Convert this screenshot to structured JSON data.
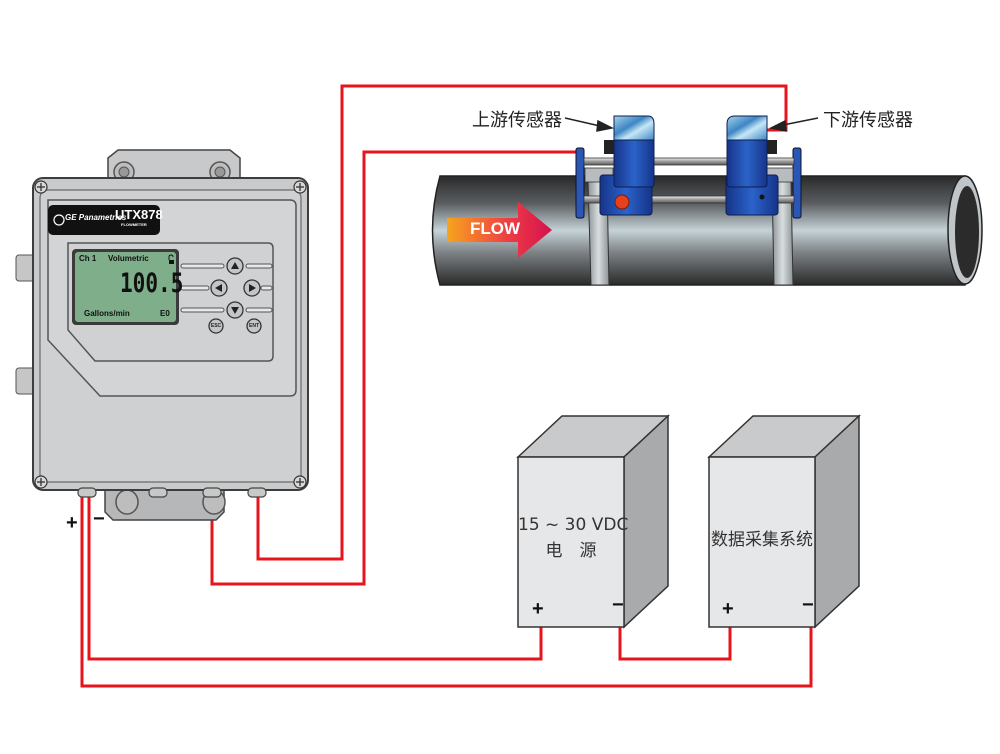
{
  "diagram": {
    "title": "UTX878 clamp-on ultrasonic flowmeter wiring diagram",
    "wire_color": "#e8141b",
    "flowmeter": {
      "brand": "GE Panametrics",
      "model": "UTX878",
      "subtitle": "FLOWMETER",
      "display": {
        "channel": "Ch 1",
        "mode": "Volumetric",
        "value": "100.5",
        "unit": "Gallons/min",
        "code": "E0",
        "lock_icon": "unlock-icon",
        "bg_color": "#7fae8a"
      },
      "keys": {
        "up": "▲",
        "down": "▼",
        "left": "◀",
        "right": "▶",
        "esc": "ESC",
        "ent": "ENT"
      },
      "terminal_plus": "+",
      "terminal_minus": "−"
    },
    "pipe": {
      "flow_label": "FLOW",
      "upstream_sensor_label": "上游传感器",
      "downstream_sensor_label": "下游传感器",
      "sensor_color": "#1f4fb0"
    },
    "power_supply": {
      "line1": "15 ~ 30 VDC",
      "line2": "电　源",
      "terminal_plus": "+",
      "terminal_minus": "−"
    },
    "data_acquisition": {
      "label": "数据采集系统",
      "terminal_plus": "+",
      "terminal_minus": "−"
    }
  }
}
